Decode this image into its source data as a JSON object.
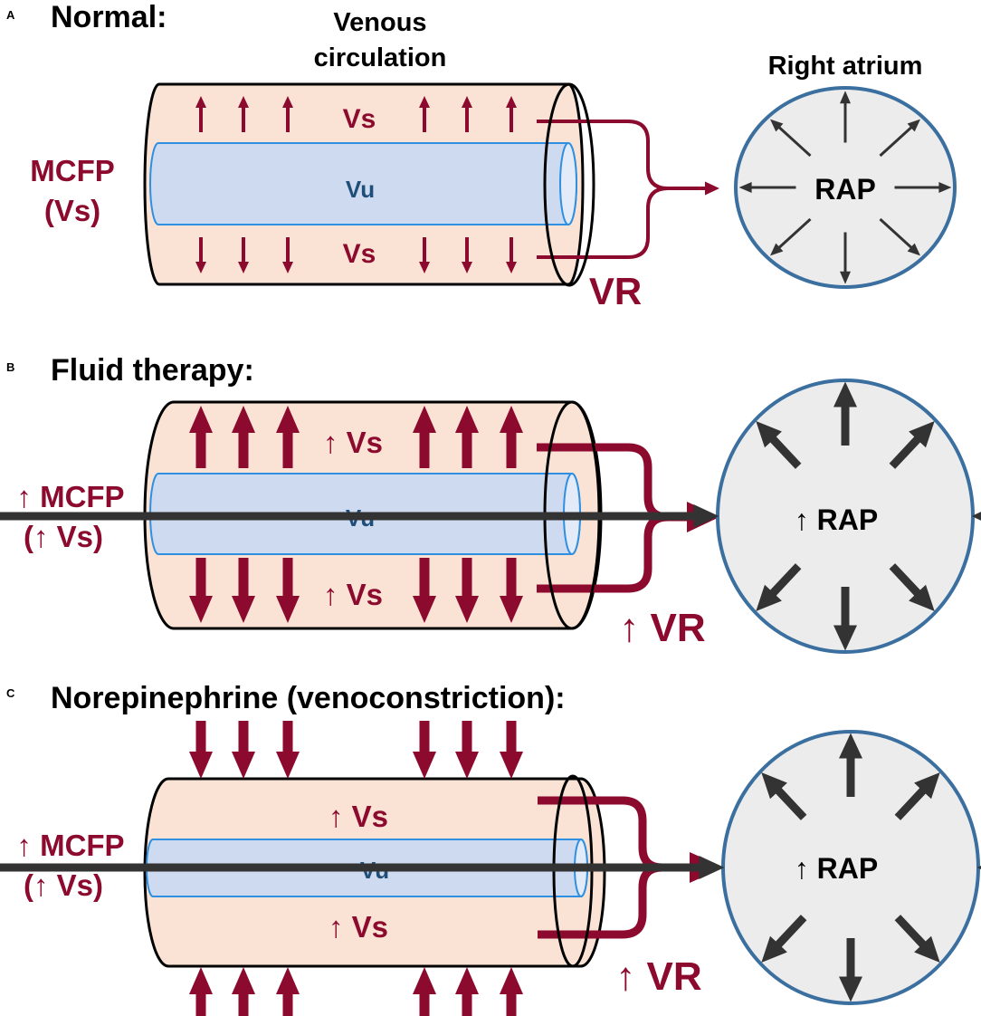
{
  "colors": {
    "dark_red": "#8c0a2e",
    "cylinder_fill": "#fae3d4",
    "inner_vessel_fill": "#cddaf0",
    "inner_vessel_stroke": "#2f8fe0",
    "atrium_fill": "#ececec",
    "atrium_stroke": "#3a6f9f",
    "atrium_arrows": "#333333",
    "vu_text": "#1f4e79"
  },
  "headers": {
    "venous_line1": "Venous",
    "venous_line2": "circulation",
    "atrium": "Right atrium"
  },
  "panels": [
    {
      "letter": "A",
      "title": "Normal:",
      "mcfp_line1": "MCFP",
      "mcfp_line2": "(Vs)",
      "vs_top": "Vs",
      "vs_bottom": "Vs",
      "vu": "Vu",
      "vr": "VR",
      "rap": "RAP",
      "arrow_weight": "thin",
      "wall_arrows": "outward",
      "atrium_arrows": "thin"
    },
    {
      "letter": "B",
      "title": "Fluid therapy:",
      "mcfp_line1": "↑ MCFP",
      "mcfp_line2": "(↑ Vs)",
      "vs_top": "↑ Vs",
      "vs_bottom": "↑ Vs",
      "vu": "Vu",
      "vr": "↑ VR",
      "rap": "↑ RAP",
      "arrow_weight": "thick",
      "wall_arrows": "outward",
      "atrium_arrows": "thick"
    },
    {
      "letter": "C",
      "title": "Norepinephrine (venoconstriction):",
      "mcfp_line1": "↑ MCFP",
      "mcfp_line2": "(↑ Vs)",
      "vs_top": "↑ Vs",
      "vs_bottom": "↑ Vs",
      "vu": "Vu",
      "vr": "↑ VR",
      "rap": "↑ RAP",
      "arrow_weight": "thick",
      "wall_arrows": "inward",
      "atrium_arrows": "thick"
    }
  ]
}
